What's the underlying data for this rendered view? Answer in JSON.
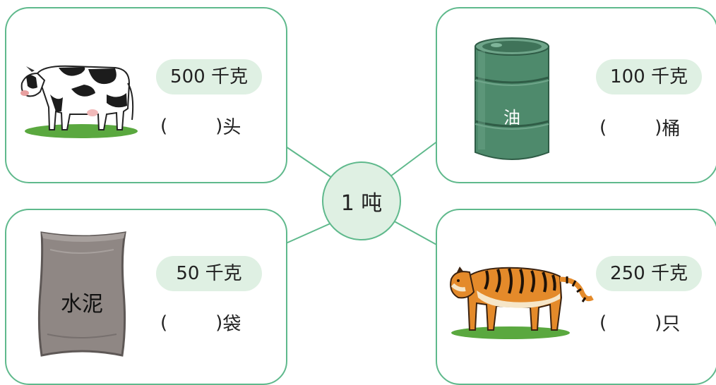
{
  "center": {
    "label": "1 吨"
  },
  "items": [
    {
      "picture": "cow",
      "weight": "500 千克",
      "open_paren": "(",
      "close_paren": ")",
      "unit": "头"
    },
    {
      "picture": "oil-barrel",
      "picture_label": "油",
      "weight": "100 千克",
      "open_paren": "(",
      "close_paren": ")",
      "unit": "桶"
    },
    {
      "picture": "cement-bag",
      "picture_label": "水泥",
      "weight": "50 千克",
      "open_paren": "(",
      "close_paren": ")",
      "unit": "袋"
    },
    {
      "picture": "tiger",
      "weight": "250 千克",
      "open_paren": "(",
      "close_paren": ")",
      "unit": "只"
    }
  ],
  "colors": {
    "border": "#5fb98c",
    "pill_fill": "#dff0e3",
    "barrel_green": "#4e8a6c",
    "cement_bag": "#8f8784",
    "grass": "#5aa83f"
  }
}
